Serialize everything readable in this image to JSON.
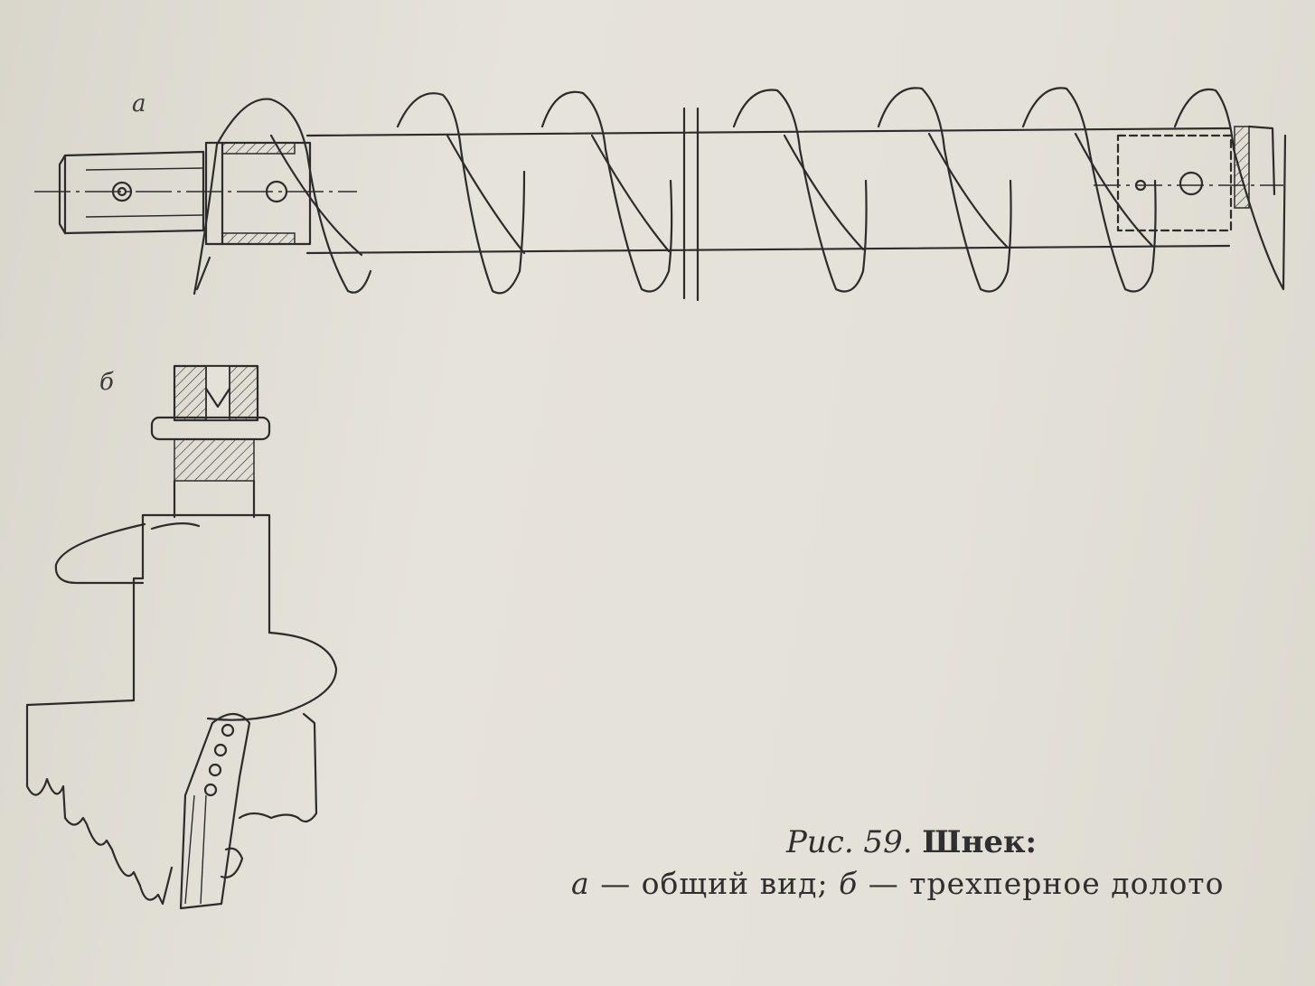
{
  "figure": {
    "label_a": "а",
    "label_b": "б",
    "caption": {
      "prefix": "Рис. 59.",
      "title": "Шнек:",
      "part_a_letter": "а",
      "part_a_text": "— общий вид;",
      "part_b_letter": "б",
      "part_b_text": "— трехперное долото"
    }
  }
}
